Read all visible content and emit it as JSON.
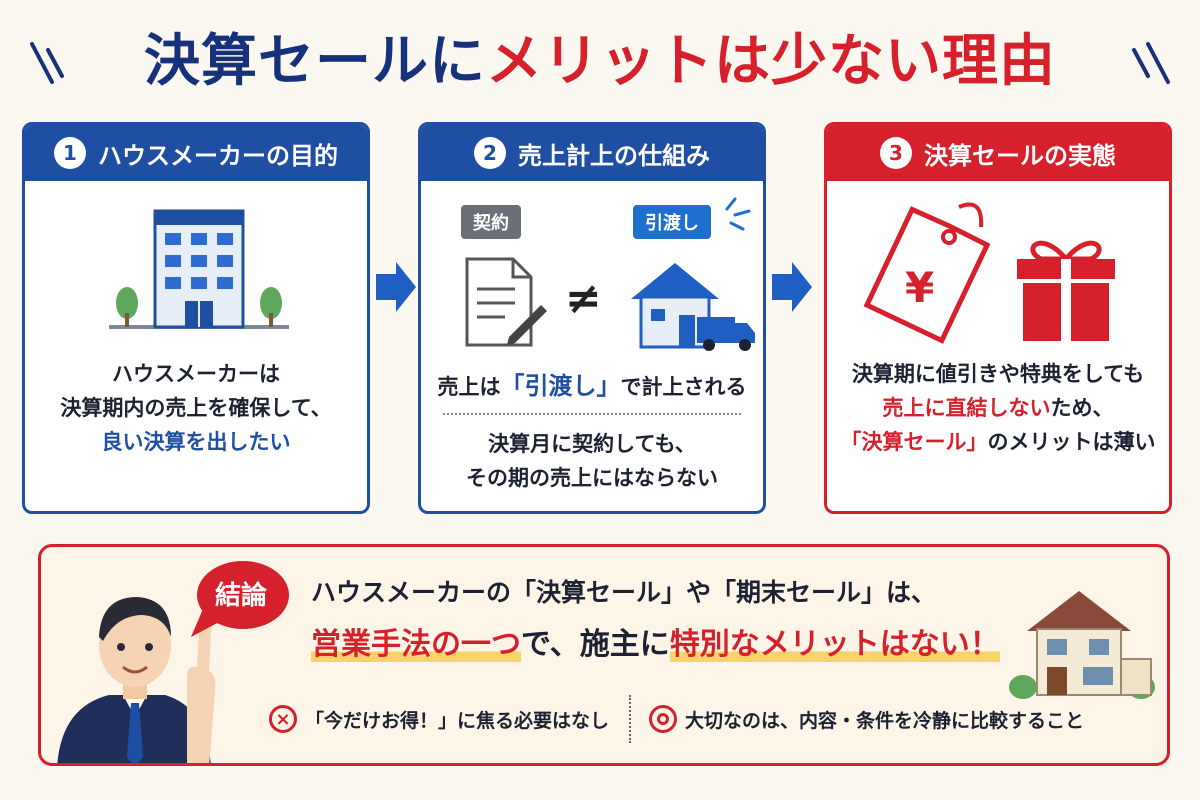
{
  "title": {
    "part1": "決算セールに",
    "part2": "メリットは少ない理由"
  },
  "cards": [
    {
      "num": "1",
      "head": "ハウスメーカーの目的",
      "lines": [
        "ハウスメーカーは",
        "決算期内の売上を確保して、"
      ],
      "highlight": "良い決算を出したい"
    },
    {
      "num": "2",
      "head": "売上計上の仕組み",
      "tag_contract": "契約",
      "tag_handover": "引渡し",
      "neq": "≠",
      "line_a_pre": "売上は",
      "line_a_hl": "「引渡し」",
      "line_a_post": "で計上される",
      "lines": [
        "決算月に契約しても、",
        "その期の売上にはならない"
      ]
    },
    {
      "num": "3",
      "head": "決算セールの実態",
      "line1": "決算期に値引きや特典をしても",
      "line2_hl": "売上に直結しない",
      "line2_post": "ため、",
      "line3_hl": "「決算セール」",
      "line3_post": "のメリットは薄い",
      "yen": "¥"
    }
  ],
  "conclusion": {
    "label": "結論",
    "line1": "ハウスメーカーの「決算セール」や「期末セール」は、",
    "line2_hl1": "営業手法の一つ",
    "line2_mid": "で、施主に",
    "line2_hl2": "特別なメリットはない！",
    "note_bad": "「今だけお得！」に焦る必要はなし",
    "note_good": "大切なのは、内容・条件を冷静に比較すること",
    "mark_bad": "×"
  },
  "colors": {
    "navy": "#17327a",
    "blue": "#1f4fa3",
    "red": "#d6202c",
    "bg": "#fbf8f1"
  }
}
